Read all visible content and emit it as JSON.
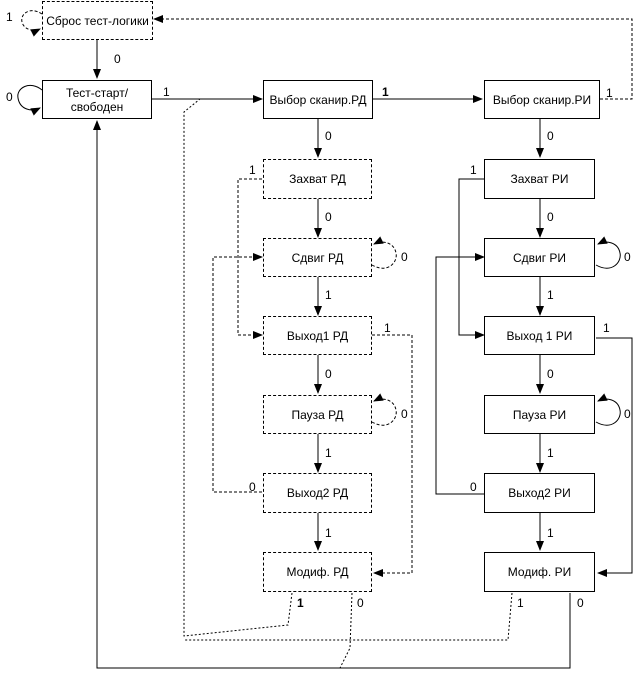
{
  "states": {
    "reset": "Сброс тест-логики",
    "idle": "Тест-старт/ свободен",
    "select_dr": "Выбор сканир.РД",
    "capture_dr": "Захват РД",
    "shift_dr": "Сдвиг РД",
    "exit1_dr": "Выход1 РД",
    "pause_dr": "Пауза РД",
    "exit2_dr": "Выход2 РД",
    "update_dr": "Модиф. РД",
    "select_ir": "Выбор сканир.РИ",
    "capture_ir": "Захват РИ",
    "shift_ir": "Сдвиг РИ",
    "exit1_ir": "Выход 1 РИ",
    "pause_ir": "Пауза РИ",
    "exit2_ir": "Выход2 РИ",
    "update_ir": "Модиф. РИ"
  },
  "labels": {
    "reset_self": "1",
    "reset_to_idle": "0",
    "idle_self": "0",
    "idle_to_select_dr": "1",
    "select_dr_to_select_ir": "1",
    "select_ir_to_reset": "1",
    "select_dr_to_capture_dr": "0",
    "capture_dr_to_exit1": "1",
    "capture_dr_to_shift": "0",
    "shift_dr_self": "0",
    "shift_dr_to_exit1": "1",
    "exit1_dr_to_update": "1",
    "exit1_dr_to_pause": "0",
    "pause_dr_self": "0",
    "pause_dr_to_exit2": "1",
    "exit2_dr_to_shift": "0",
    "exit2_dr_to_update": "1",
    "update_dr_to_select": "1",
    "update_dr_to_idle": "0",
    "select_ir_to_capture_ir": "0",
    "capture_ir_to_exit1": "1",
    "capture_ir_to_shift": "0",
    "shift_ir_self": "0",
    "shift_ir_to_exit1": "1",
    "exit1_ir_to_update": "1",
    "exit1_ir_to_pause": "0",
    "pause_ir_self": "0",
    "pause_ir_to_exit2": "1",
    "exit2_ir_to_shift": "0",
    "exit2_ir_to_update": "1",
    "update_ir_to_select": "1",
    "update_ir_to_idle": "0"
  }
}
